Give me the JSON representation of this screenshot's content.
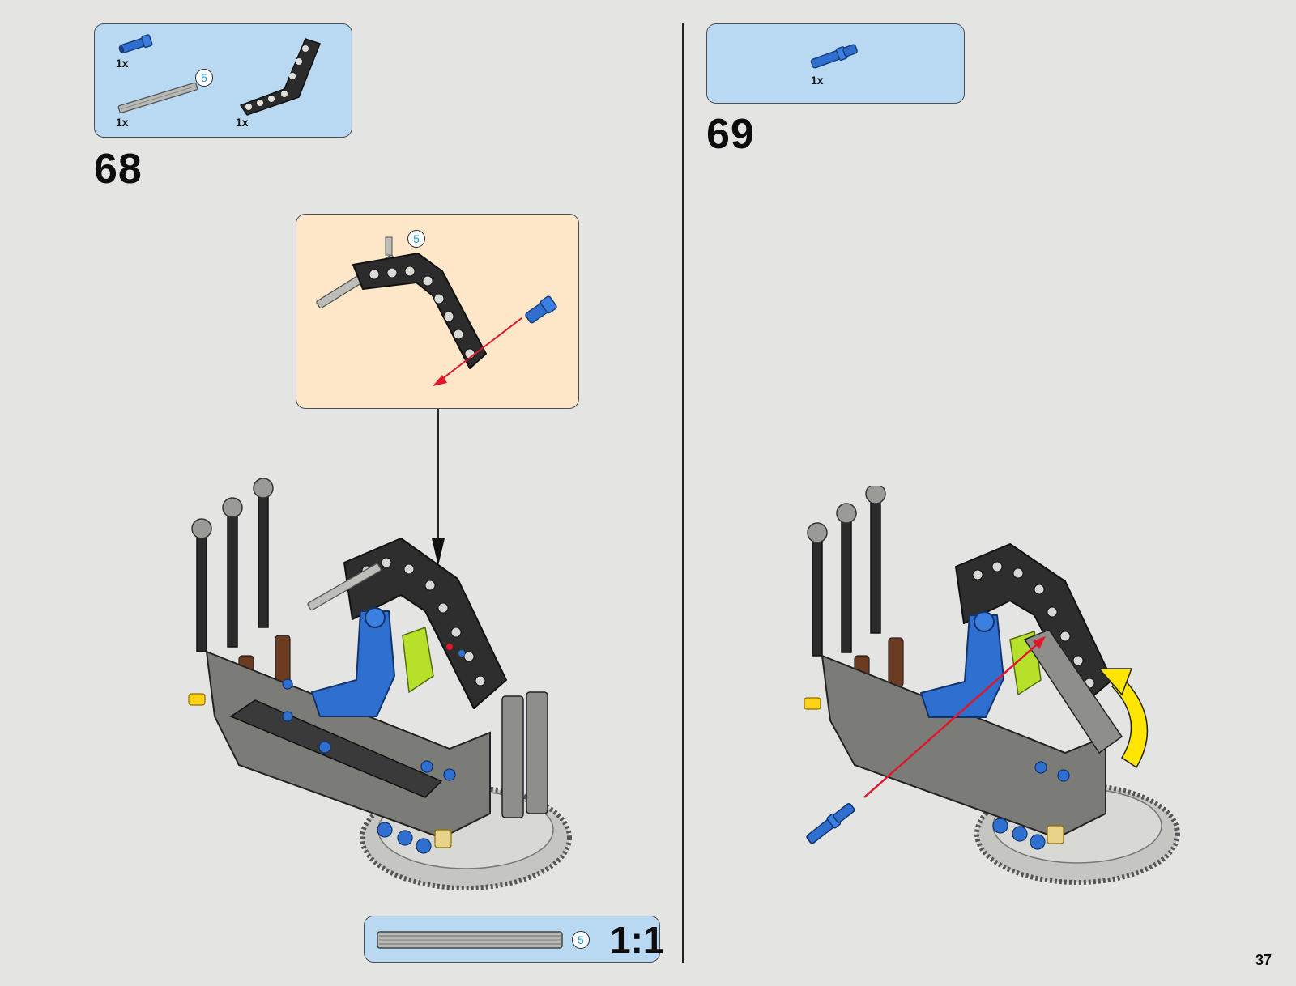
{
  "page": {
    "number": "37"
  },
  "step68": {
    "number": "68",
    "parts": [
      {
        "name": "pin-with-axle",
        "qty": "1x"
      },
      {
        "name": "axle-5",
        "qty": "1x",
        "length": "5"
      },
      {
        "name": "bent-beam",
        "qty": "1x"
      }
    ],
    "subassembly": {
      "axle_length": "5"
    }
  },
  "step69": {
    "number": "69",
    "parts": [
      {
        "name": "pin-long-with-bush",
        "qty": "1x"
      }
    ]
  },
  "scale_box": {
    "axle_length": "5",
    "ratio": "1:1"
  },
  "colors": {
    "parts_box": "#b9d9f3",
    "subassembly_box": "#fde7c8",
    "background": "#e4e5e3",
    "blue_part": "#2f6fd0",
    "arrow_red": "#e0162b",
    "rotate_yellow": "#ffe500",
    "lime_part": "#b7e02a"
  }
}
